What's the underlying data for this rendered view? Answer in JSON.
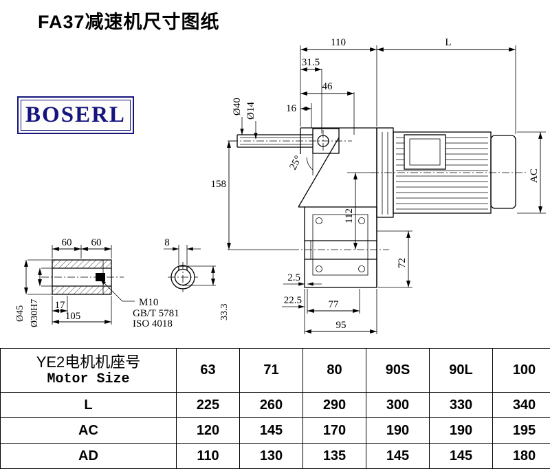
{
  "page": {
    "title": "FA37减速机尺寸图纸",
    "logo_text": "BOSERL"
  },
  "colors": {
    "line": "#000000",
    "logo_blue": "#15157E"
  },
  "main_view": {
    "dims": {
      "housing_width": "110",
      "motor_length": "L",
      "d31_5": "31.5",
      "d46": "46",
      "d16": "16",
      "shaft_dia": "Ø40",
      "hole_dia": "Ø14",
      "angle": "25°",
      "d158": "158",
      "d112": "112",
      "motor_dia": "AC",
      "d72": "72",
      "d2_5": "2.5",
      "d22_5": "22.5",
      "d77": "77",
      "d95": "95"
    }
  },
  "shaft_view": {
    "dims": {
      "d60_left": "60",
      "d60_right": "60",
      "d8": "8",
      "shaft_od": "Ø45",
      "bore": "Ø30H7",
      "d17": "17",
      "d105": "105",
      "thread": "M10",
      "standard_gb": "GB/T 5781",
      "standard_iso": "ISO 4018",
      "d33_3": "33.3"
    }
  },
  "table": {
    "header": {
      "cn": "YE2电机机座号",
      "en": "Motor Size"
    },
    "motor_sizes": [
      "63",
      "71",
      "80",
      "90S",
      "90L",
      "100"
    ],
    "rows": [
      {
        "label": "L",
        "values": [
          "225",
          "260",
          "290",
          "300",
          "330",
          "340"
        ]
      },
      {
        "label": "AC",
        "values": [
          "120",
          "145",
          "170",
          "190",
          "190",
          "195"
        ]
      },
      {
        "label": "AD",
        "values": [
          "110",
          "130",
          "135",
          "145",
          "145",
          "180"
        ]
      }
    ]
  }
}
